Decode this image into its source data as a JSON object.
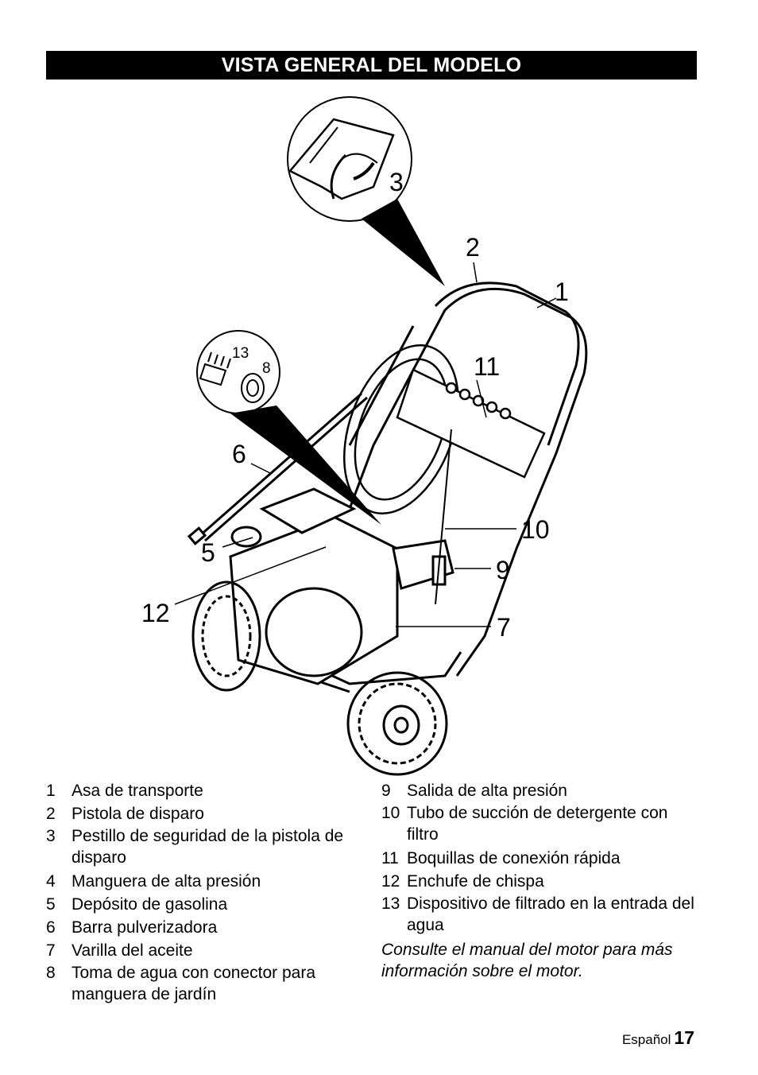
{
  "header": {
    "title": "VISTA GENERAL DEL MODELO"
  },
  "figure": {
    "callouts": {
      "c1": "1",
      "c2": "2",
      "c3": "3",
      "c5": "5",
      "c6": "6",
      "c7": "7",
      "c8": "8",
      "c9": "9",
      "c10": "10",
      "c11": "11",
      "c12": "12",
      "c13": "13"
    }
  },
  "parts_left": [
    {
      "num": "1",
      "text": "Asa de transporte"
    },
    {
      "num": "2",
      "text": "Pistola de disparo"
    },
    {
      "num": "3",
      "text": "Pestillo de seguridad de la pistola de disparo"
    },
    {
      "num": "4",
      "text": "Manguera de alta presión"
    },
    {
      "num": "5",
      "text": "Depósito de gasolina"
    },
    {
      "num": "6",
      "text": "Barra pulverizadora"
    },
    {
      "num": "7",
      "text": "Varilla del aceite"
    },
    {
      "num": "8",
      "text": "Toma de agua con conector para manguera de jardín"
    }
  ],
  "parts_right": [
    {
      "num": "9",
      "text": "Salida de alta presión"
    },
    {
      "num": "10",
      "text": "Tubo de succión de detergente con filtro"
    },
    {
      "num": "11",
      "text": "Boquillas de conexión rápida"
    },
    {
      "num": "12",
      "text": "Enchufe de chispa"
    },
    {
      "num": "13",
      "text": "Dispositivo de filtrado en la entrada del agua"
    }
  ],
  "note": "Consulte el manual del motor para más información sobre el motor.",
  "footer": {
    "language": "Español",
    "page": "17"
  }
}
